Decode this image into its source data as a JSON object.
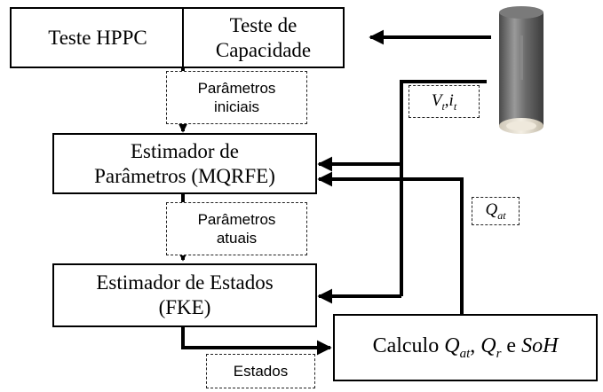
{
  "blocks": {
    "hppc": "Teste HPPC",
    "capacity_line1": "Teste de",
    "capacity_line2": "Capacidade",
    "param_estimator_line1": "Estimador de",
    "param_estimator_line2": "Parâmetros (MQRFE)",
    "state_estimator_line1": "Estimador de Estados",
    "state_estimator_line2": "(FKE)",
    "calc_prefix": "Calculo ",
    "calc_q": "Q",
    "calc_at_sub": "at",
    "calc_sep": ", ",
    "calc_qr": "Q",
    "calc_r_sub": "r",
    "calc_and": " e ",
    "calc_soh": "SoH"
  },
  "labels": {
    "initial_params_line1": "Parâmetros",
    "initial_params_line2": "iniciais",
    "current_params_line1": "Parâmetros",
    "current_params_line2": "atuais",
    "states": "Estados",
    "vt": "V",
    "vt_sub": "t",
    "comma": ",",
    "it": "i",
    "it_sub": "t",
    "qat": "Q",
    "qat_sub": "at"
  },
  "colors": {
    "stroke": "#000000",
    "battery_body": "#6e6e6e",
    "battery_cap": "#e8e2d6"
  }
}
